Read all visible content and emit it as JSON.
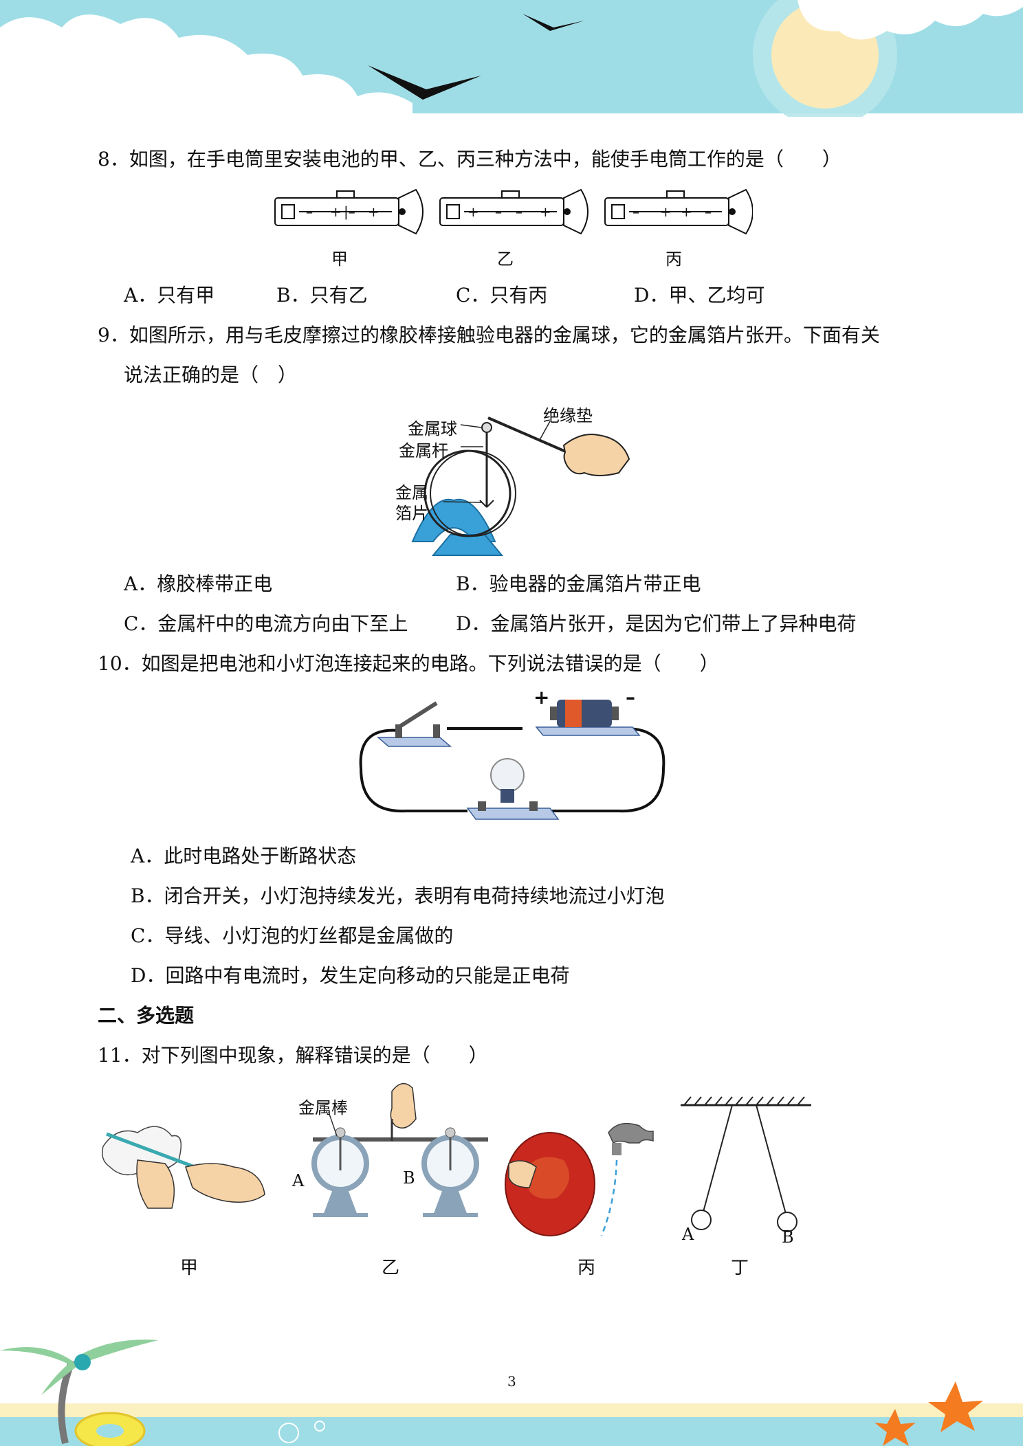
{
  "q8": {
    "stem": "8．如图，在手电筒里安装电池的甲、乙、丙三种方法中，能使手电筒工作的是（　　）",
    "captions": [
      "甲",
      "乙",
      "丙"
    ],
    "options": [
      "A．只有甲",
      "B．只有乙",
      "C．只有丙",
      "D．甲、乙均可"
    ]
  },
  "q9": {
    "stem_line1": "9．如图所示，用与毛皮摩擦过的橡胶棒接触验电器的金属球，它的金属箔片张开。下面有关",
    "stem_line2": "说法正确的是（　）",
    "figure_labels": {
      "ball": "金属球",
      "rod": "金属杆",
      "foil_line1": "金属",
      "foil_line2": "箔片",
      "pad": "绝缘垫"
    },
    "options": [
      "A．橡胶棒带正电",
      "B．验电器的金属箔片带正电",
      "C．金属杆中的电流方向由下至上",
      "D．金属箔片张开，是因为它们带上了异种电荷"
    ]
  },
  "q10": {
    "stem": "10．如图是把电池和小灯泡连接起来的电路。下列说法错误的是（　　）",
    "battery_plus": "+",
    "battery_minus": "–",
    "options": [
      "A．此时电路处于断路状态",
      "B．闭合开关，小灯泡持续发光，表明有电荷持续地流过小灯泡",
      "C．导线、小灯泡的灯丝都是金属做的",
      "D．回路中有电流时，发生定向移动的只能是正电荷"
    ]
  },
  "section2": {
    "title": "二、多选题"
  },
  "q11": {
    "stem": "11．对下列图中现象，解释错误的是（　　）",
    "rod_label": "金属棒",
    "label_A": "A",
    "label_B": "B",
    "pendulum_A": "A",
    "pendulum_B": "B",
    "captions": [
      "甲",
      "乙",
      "丙",
      "丁"
    ]
  },
  "footer": {
    "page_number": "3"
  },
  "colors": {
    "sky": "#9fdde6",
    "cloud": "#ffffff",
    "sun": "#fbeab8",
    "stand_blue": "#3aa0d8",
    "balloon_red": "#c8281e",
    "starfish": "#f47b20",
    "sea": "#9fdde6",
    "sand": "#fbf0c0"
  }
}
